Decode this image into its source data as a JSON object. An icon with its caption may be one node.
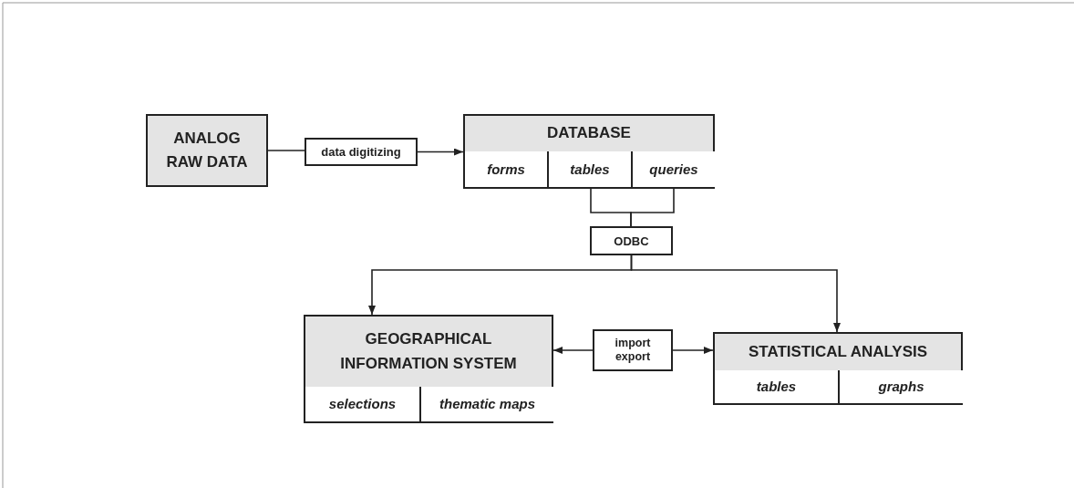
{
  "diagram": {
    "nodes": [
      {
        "text": [
          "ANALOG RAW DATA"
        ]
      },
      {
        "text": [
          "data digitizing"
        ]
      },
      {
        "text": [
          "DATABASE"
        ]
      },
      {
        "text": [
          "forms"
        ],
        "in": 2
      },
      {
        "text": [
          "tables"
        ],
        "in": 2
      },
      {
        "text": [
          "queries"
        ],
        "in": 2
      },
      {
        "text": [
          "ODBC"
        ]
      },
      {
        "text": [
          "GEOGRAPHICAL INFORMATION SYSTEM"
        ]
      },
      {
        "text": [
          "selections"
        ],
        "in": 7
      },
      {
        "text": [
          "thematic maps"
        ],
        "in": 7
      },
      {
        "text": [
          "import export"
        ]
      },
      {
        "text": [
          "STATISTICAL ANALYSIS"
        ]
      },
      {
        "text": [
          "tables"
        ],
        "in": 11
      },
      {
        "text": [
          "graphs"
        ],
        "in": 11
      }
    ],
    "edges": [
      {
        "from": 0,
        "to": 1,
        "arrow": "none"
      },
      {
        "from": 1,
        "to": 2,
        "arrow": "to"
      },
      {
        "from": 4,
        "to": 6,
        "arrow": "none"
      },
      {
        "from": 5,
        "to": 6,
        "arrow": "none"
      },
      {
        "from": 6,
        "to": 7,
        "arrow": "to"
      },
      {
        "from": 6,
        "to": 11,
        "arrow": "to"
      },
      {
        "from": 10,
        "to": 7,
        "arrow": "to"
      },
      {
        "from": 10,
        "to": 11,
        "arrow": "to"
      }
    ]
  }
}
